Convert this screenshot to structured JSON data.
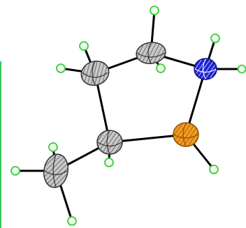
{
  "molecule": {
    "colors": {
      "background": "#ffffff",
      "bond": "#000000",
      "carbon": "#c8c8c8",
      "carbon_hatch": "#555555",
      "nitrogen": "#1f24d6",
      "nitrogen_hatch": "#ffffff",
      "phosphorus": "#f29b21",
      "phosphorus_hatch": "#8a4e00",
      "hydrogen_fill": "#e8ffe4",
      "hydrogen_stroke": "#3fcb3f",
      "left_edge_line": "#39c552"
    },
    "atoms": [
      {
        "id": "C1",
        "element": "C"
      },
      {
        "id": "C2",
        "element": "C"
      },
      {
        "id": "C3",
        "element": "C"
      },
      {
        "id": "C4",
        "element": "C"
      },
      {
        "id": "N1",
        "element": "N"
      },
      {
        "id": "P1",
        "element": "P"
      },
      {
        "id": "H_C2_top",
        "element": "H"
      },
      {
        "id": "H_C2_bottom",
        "element": "H"
      },
      {
        "id": "H_C1_top",
        "element": "H"
      },
      {
        "id": "H_C1_left",
        "element": "H"
      },
      {
        "id": "H_C3_bottom",
        "element": "H"
      },
      {
        "id": "H_C4_top",
        "element": "H"
      },
      {
        "id": "H_C4_left",
        "element": "H"
      },
      {
        "id": "H_C4_bottom",
        "element": "H"
      },
      {
        "id": "H_N_top",
        "element": "H"
      },
      {
        "id": "H_N_right",
        "element": "H"
      },
      {
        "id": "H_P",
        "element": "H"
      }
    ]
  }
}
